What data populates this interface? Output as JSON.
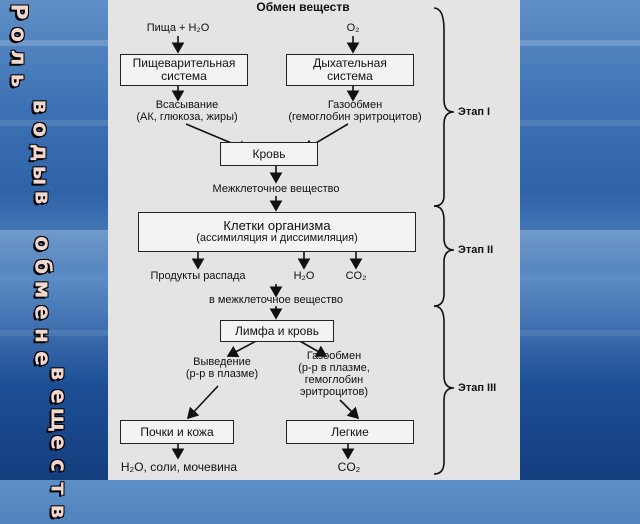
{
  "vertical_title": [
    "Роль",
    "воды",
    "в",
    "обмене",
    "веществ"
  ],
  "diagram": {
    "title": "Обмен веществ",
    "inputs": {
      "food": "Пища + H₂O",
      "oxygen": "O₂"
    },
    "boxes": {
      "digestive": [
        "Пищеварительная",
        "система"
      ],
      "respiratory": [
        "Дыхательная",
        "система"
      ],
      "blood": "Кровь",
      "cells": [
        "Клетки организма",
        "(ассимиляция и диссимиляция)"
      ],
      "lymph_blood": "Лимфа и кровь",
      "kidneys_skin": "Почки и кожа",
      "lungs": "Легкие"
    },
    "labels": {
      "absorption": [
        "Всасывание",
        "(АК, глюкоза, жиры)"
      ],
      "gas_exchange_1": [
        "Газообмен",
        "(гемоглобин эритроцитов)"
      ],
      "intercellular_1": "Межклеточное вещество",
      "decay_products": "Продукты распада",
      "h2o": "H₂O",
      "co2": "CO₂",
      "intercellular_2": "в межклеточное вещество",
      "excretion": [
        "Выведение",
        "(р-р в плазме)"
      ],
      "gas_exchange_2": [
        "Газообмен",
        "(р-р в плазме,",
        "гемоглобин",
        "эритроцитов)"
      ],
      "output_kidneys": "H₂O, соли, мочевина",
      "output_lungs": "CO₂"
    },
    "stages": [
      "Этап I",
      "Этап II",
      "Этап III"
    ]
  }
}
